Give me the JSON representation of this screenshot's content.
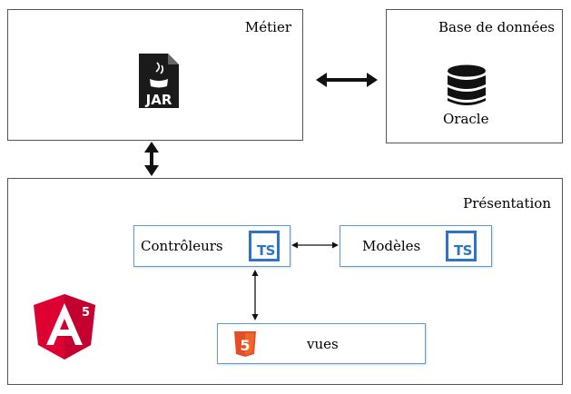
{
  "metier": {
    "title": "Métier",
    "jar_label": "JAR"
  },
  "database": {
    "title": "Base de données",
    "label": "Oracle"
  },
  "presentation": {
    "title": "Présentation",
    "angular_version": "5",
    "controllers": {
      "label": "Contrôleurs",
      "icon_text": "TS"
    },
    "models": {
      "label": "Modèles",
      "icon_text": "TS"
    },
    "views": {
      "label": "vues",
      "html_version": "5"
    }
  },
  "colors": {
    "border": "#555555",
    "component_border": "#5b9bd5",
    "ts_blue": "#2f74c0",
    "html5_orange": "#e44d26",
    "angular_red": "#dd0031"
  },
  "icons": [
    "java-jar-icon",
    "database-icon",
    "angular-logo-icon",
    "typescript-icon",
    "html5-icon"
  ]
}
